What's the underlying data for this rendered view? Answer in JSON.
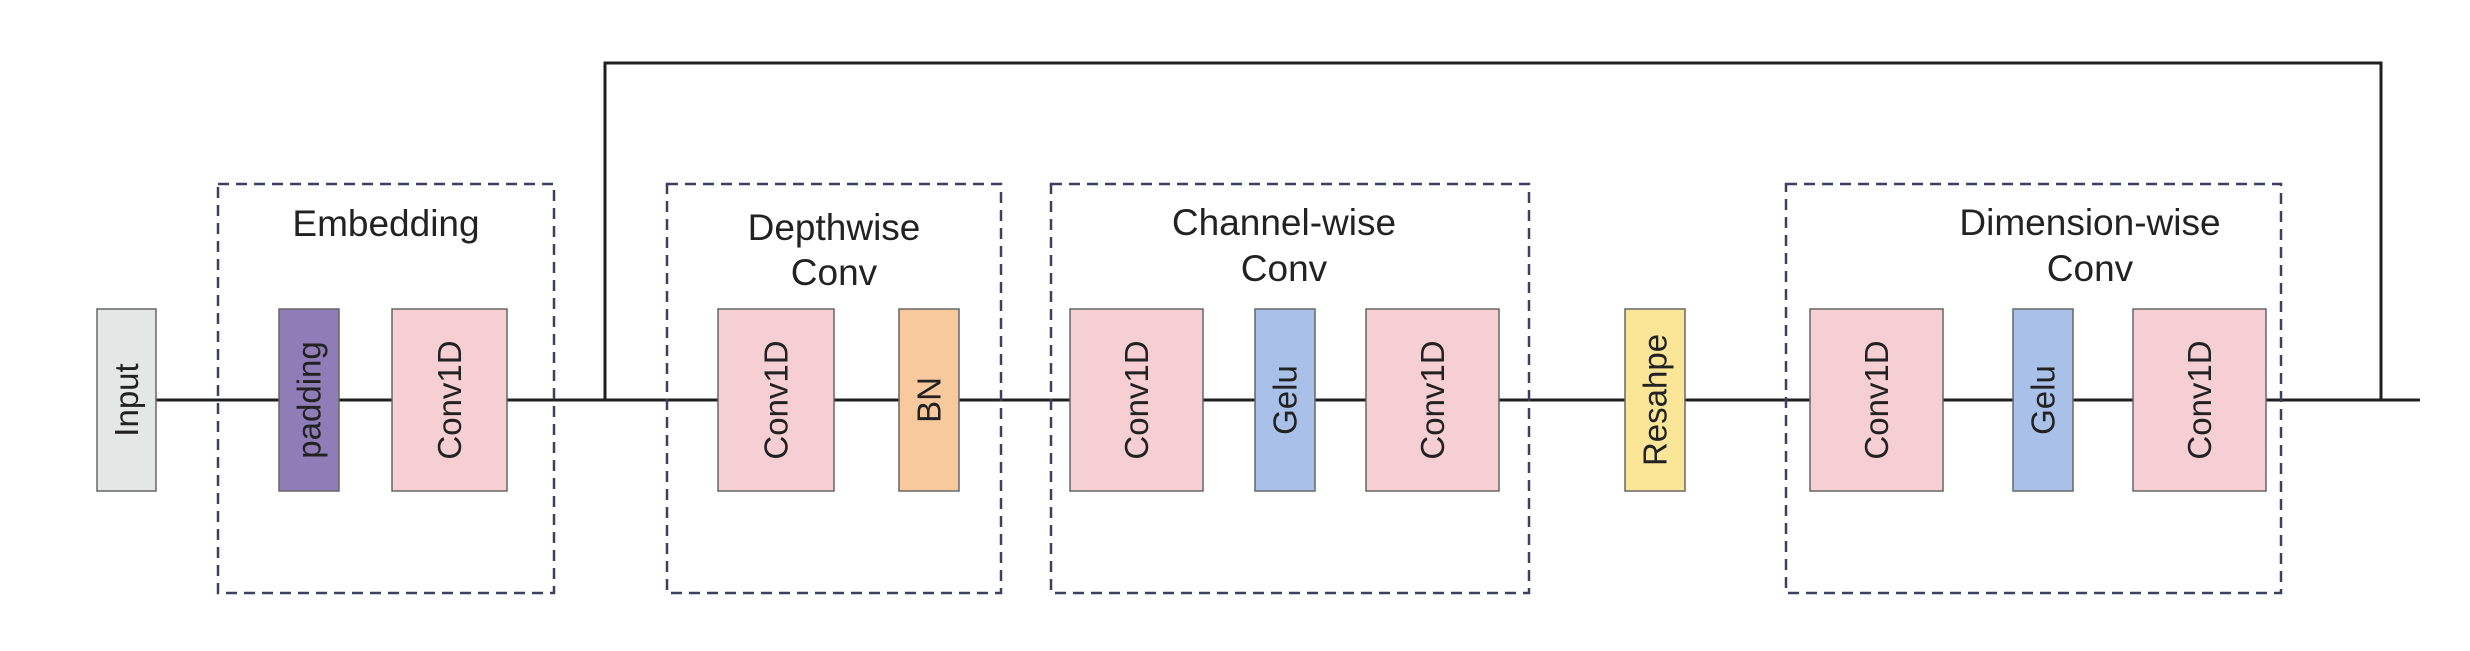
{
  "diagram": {
    "input": {
      "label": "Input",
      "fill": "#e3e7e6"
    },
    "groups": {
      "embedding": {
        "title": [
          "Embedding"
        ]
      },
      "depthwise": {
        "title": [
          "Depthwise",
          "Conv"
        ]
      },
      "channel": {
        "title": [
          "Channel-wise",
          "Conv"
        ]
      },
      "dimension": {
        "title": [
          "Dimension-wise",
          "Conv"
        ]
      }
    },
    "blocks": {
      "padding": {
        "label": "padding",
        "fill": "#8f7db8"
      },
      "emb_conv": {
        "label": "Conv1D",
        "fill": "#f5cfd3"
      },
      "dw_conv": {
        "label": "Conv1D",
        "fill": "#f5cfd3"
      },
      "bn": {
        "label": "BN",
        "fill": "#f7c99c"
      },
      "ch_conv1": {
        "label": "Conv1D",
        "fill": "#f5cfd3"
      },
      "ch_gelu": {
        "label": "Gelu",
        "fill": "#a9c1e8"
      },
      "ch_conv2": {
        "label": "Conv1D",
        "fill": "#f5cfd3"
      },
      "reshape": {
        "label": "Resahpe",
        "fill": "#fbe597"
      },
      "dim_conv1": {
        "label": "Conv1D",
        "fill": "#f5cfd3"
      },
      "dim_gelu": {
        "label": "Gelu",
        "fill": "#a9c1e8"
      },
      "dim_conv2": {
        "label": "Conv1D",
        "fill": "#f5cfd3"
      }
    },
    "colors": {
      "line": "#1f1f1f",
      "group_border": "#3a4160",
      "block_border": "#666666"
    }
  }
}
